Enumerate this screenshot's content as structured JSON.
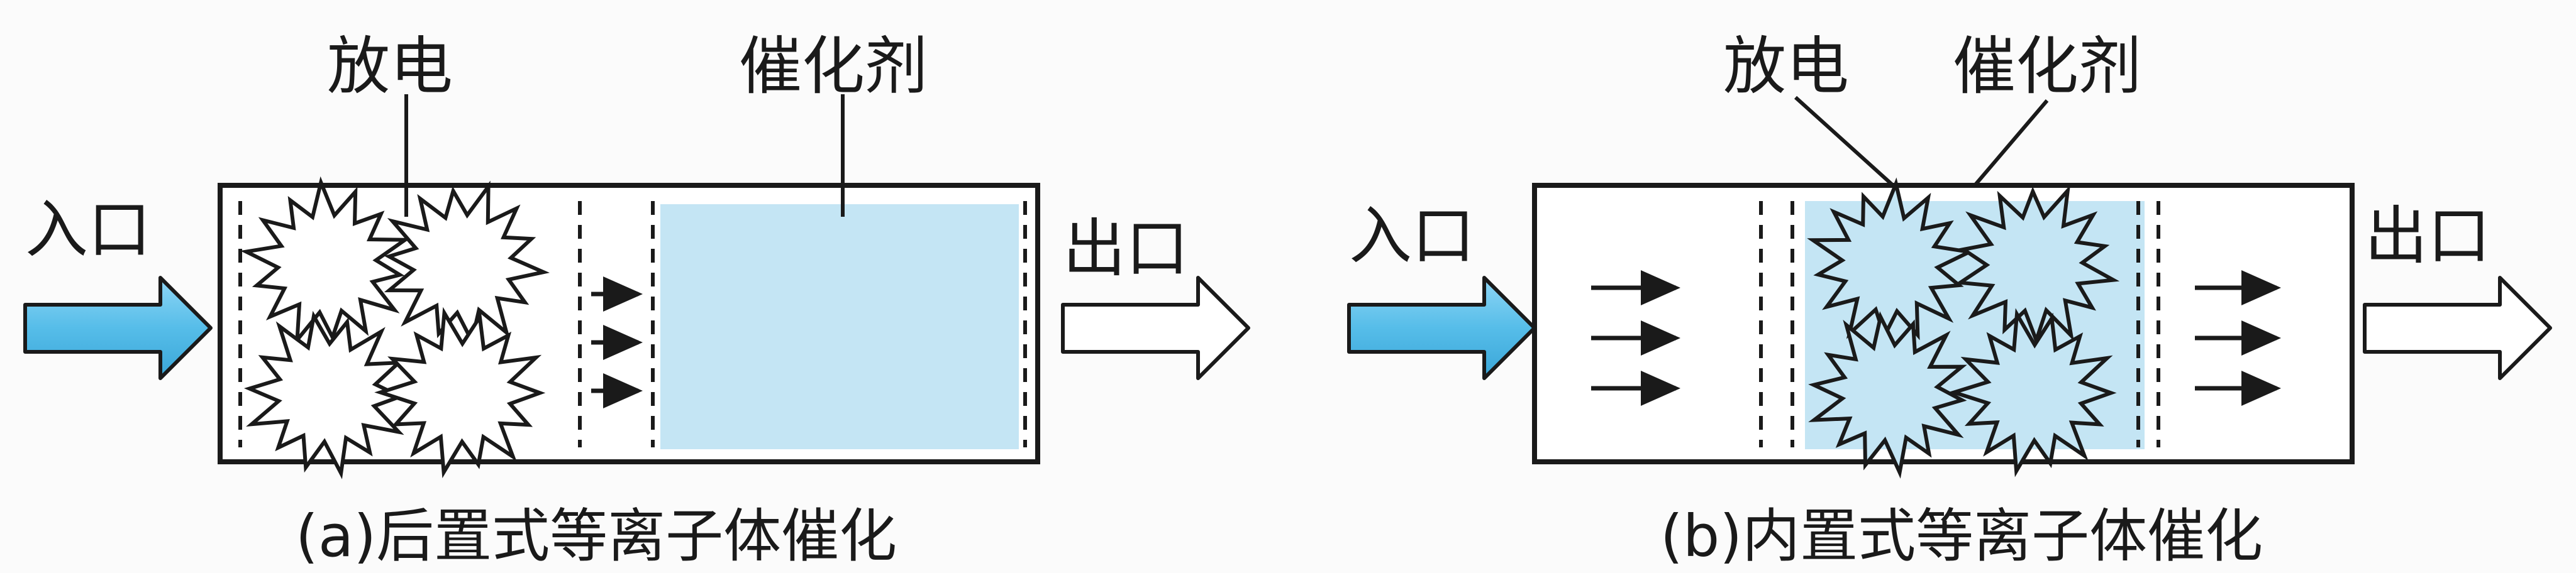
{
  "diagrams": [
    {
      "label_inlet": "入口",
      "label_outlet": "出口",
      "label_discharge": "放电",
      "label_catalyst": "催化剂",
      "caption": "(a)后置式等离子体催化"
    },
    {
      "label_inlet": "入口",
      "label_outlet": "出口",
      "label_discharge": "放电",
      "label_catalyst": "催化剂",
      "caption": "(b)内置式等离子体催化"
    }
  ],
  "colors": {
    "inlet_arrow": "#5bc0eb",
    "catalyst_fill": "#c4e5f4",
    "outline": "#1a1a1a",
    "background": "#fbfbfb"
  },
  "icons": {
    "discharge": "starburst-icon",
    "flow": "arrow-right-icon"
  }
}
